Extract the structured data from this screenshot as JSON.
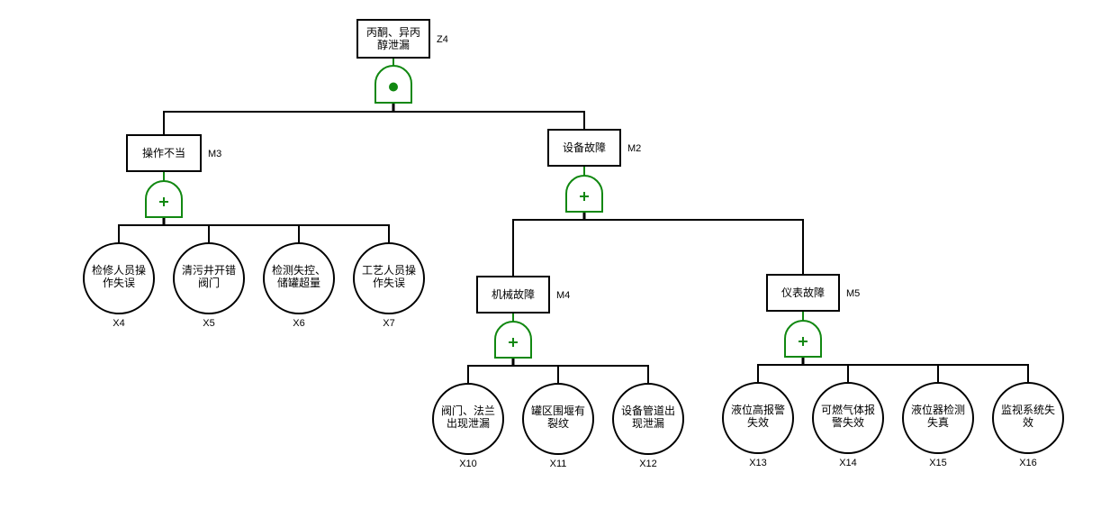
{
  "diagram": {
    "type": "fault-tree",
    "colors": {
      "line": "#000000",
      "gate": "#118811",
      "box_fill": "#ffffff"
    },
    "top_event": {
      "id": "Z4",
      "label_lines": [
        "丙酮、异丙",
        "醇泄漏"
      ],
      "gate": "and",
      "gate_icon": "and-gate-icon"
    },
    "intermediate_events": [
      {
        "id": "M3",
        "label_lines": [
          "操作不当"
        ],
        "gate": "or",
        "gate_icon": "or-gate-icon",
        "parent": "Z4"
      },
      {
        "id": "M2",
        "label_lines": [
          "设备故障"
        ],
        "gate": "or",
        "gate_icon": "or-gate-icon",
        "parent": "Z4"
      },
      {
        "id": "M4",
        "label_lines": [
          "机械故障"
        ],
        "gate": "or",
        "gate_icon": "or-gate-icon",
        "parent": "M2"
      },
      {
        "id": "M5",
        "label_lines": [
          "仪表故障"
        ],
        "gate": "or",
        "gate_icon": "or-gate-icon",
        "parent": "M2"
      }
    ],
    "basic_events": [
      {
        "id": "X4",
        "label_lines": [
          "检修人员操",
          "作失误"
        ],
        "parent": "M3"
      },
      {
        "id": "X5",
        "label_lines": [
          "清污井开错",
          "阀门"
        ],
        "parent": "M3"
      },
      {
        "id": "X6",
        "label_lines": [
          "检测失控、",
          "储罐超量"
        ],
        "parent": "M3"
      },
      {
        "id": "X7",
        "label_lines": [
          "工艺人员操",
          "作失误"
        ],
        "parent": "M3"
      },
      {
        "id": "X10",
        "label_lines": [
          "阀门、法兰",
          "出现泄漏"
        ],
        "parent": "M4"
      },
      {
        "id": "X11",
        "label_lines": [
          "罐区围堰有",
          "裂纹"
        ],
        "parent": "M4"
      },
      {
        "id": "X12",
        "label_lines": [
          "设备管道出",
          "现泄漏"
        ],
        "parent": "M4"
      },
      {
        "id": "X13",
        "label_lines": [
          "液位高报警",
          "失效"
        ],
        "parent": "M5"
      },
      {
        "id": "X14",
        "label_lines": [
          "可燃气体报",
          "警失效"
        ],
        "parent": "M5"
      },
      {
        "id": "X15",
        "label_lines": [
          "液位器检测",
          "失真"
        ],
        "parent": "M5"
      },
      {
        "id": "X16",
        "label_lines": [
          "监视系统失",
          "效"
        ],
        "parent": "M5"
      }
    ]
  }
}
